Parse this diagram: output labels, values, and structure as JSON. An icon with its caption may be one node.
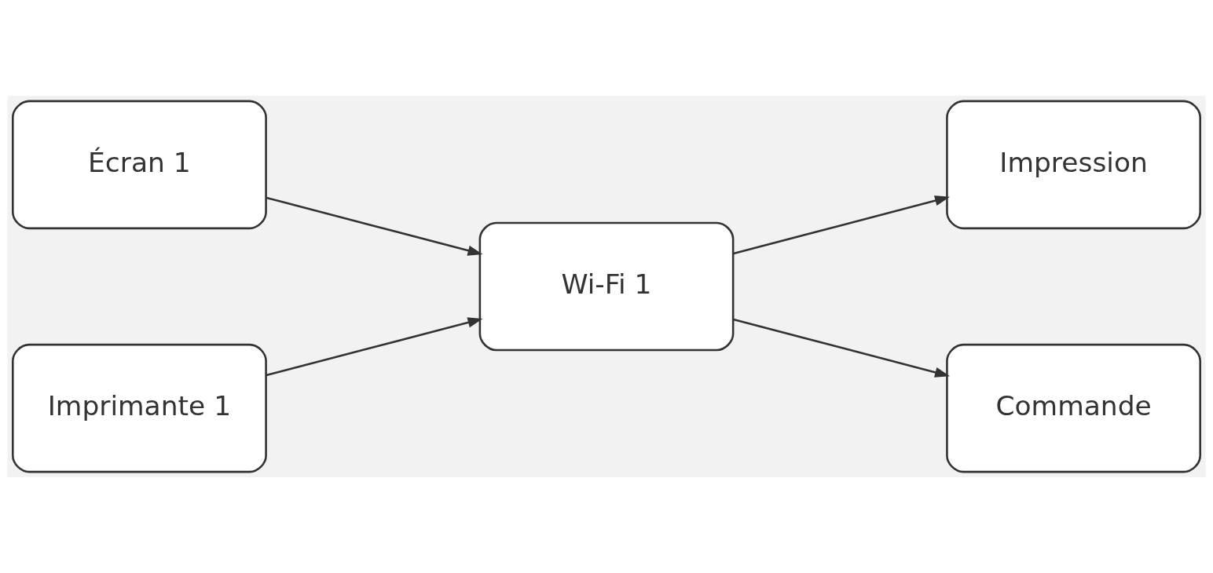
{
  "diagram": {
    "nodes": [
      {
        "text": [
          "Écran 1"
        ]
      },
      {
        "text": [
          "Imprimante 1"
        ]
      },
      {
        "text": [
          "Wi-Fi 1"
        ]
      },
      {
        "text": [
          "Impression"
        ]
      },
      {
        "text": [
          "Commande"
        ]
      }
    ],
    "edges": [
      {
        "from": 0,
        "to": 2,
        "arrow": "to"
      },
      {
        "from": 1,
        "to": 2,
        "arrow": "to"
      },
      {
        "from": 2,
        "to": 3,
        "arrow": "to"
      },
      {
        "from": 2,
        "to": 4,
        "arrow": "to"
      }
    ]
  }
}
